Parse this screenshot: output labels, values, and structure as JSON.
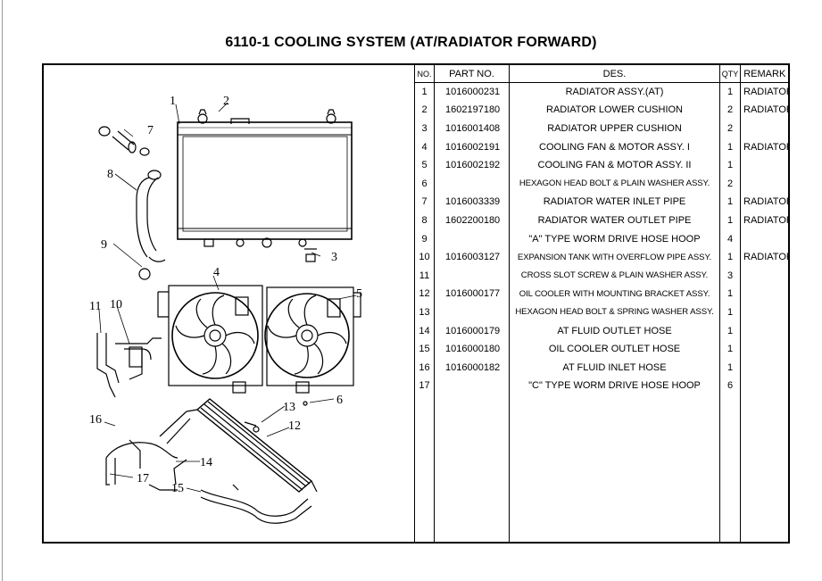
{
  "title": "6110-1 COOLING SYSTEM (AT/RADIATOR FORWARD)",
  "table": {
    "headers": {
      "no": "NO.",
      "part_no": "PART NO.",
      "des": "DES.",
      "qty": "QTY",
      "remark": "REMARK"
    },
    "rows": [
      {
        "no": "1",
        "part_no": "1016000231",
        "des": "RADIATOR ASSY.(AT)",
        "qty": "1",
        "remark": "RADIATOR FORWARD"
      },
      {
        "no": "2",
        "part_no": "1602197180",
        "des": "RADIATOR LOWER CUSHION",
        "qty": "2",
        "remark": "RADIATOR FORWARD"
      },
      {
        "no": "3",
        "part_no": "1016001408",
        "des": "RADIATOR UPPER CUSHION",
        "qty": "2",
        "remark": ""
      },
      {
        "no": "4",
        "part_no": "1016002191",
        "des": "COOLING FAN & MOTOR ASSY. I",
        "qty": "1",
        "remark": "RADIATOR FORWARD"
      },
      {
        "no": "5",
        "part_no": "1016002192",
        "des": "COOLING FAN & MOTOR ASSY. II",
        "qty": "1",
        "remark": ""
      },
      {
        "no": "6",
        "part_no": "",
        "des": "HEXAGON HEAD BOLT & PLAIN WASHER ASSY.",
        "qty": "2",
        "remark": ""
      },
      {
        "no": "7",
        "part_no": "1016003339",
        "des": "RADIATOR WATER INLET PIPE",
        "qty": "1",
        "remark": "RADIATOR FORWARD"
      },
      {
        "no": "8",
        "part_no": "1602200180",
        "des": "RADIATOR WATER OUTLET PIPE",
        "qty": "1",
        "remark": "RADIATOR FORWARD"
      },
      {
        "no": "9",
        "part_no": "",
        "des": "\"A\" TYPE WORM DRIVE HOSE HOOP",
        "qty": "4",
        "remark": ""
      },
      {
        "no": "10",
        "part_no": "1016003127",
        "des": "EXPANSION TANK WITH OVERFLOW PIPE ASSY.",
        "qty": "1",
        "remark": "RADIATOR FORWARD"
      },
      {
        "no": "11",
        "part_no": "",
        "des": "CROSS SLOT SCREW & PLAIN WASHER ASSY.",
        "qty": "3",
        "remark": ""
      },
      {
        "no": "12",
        "part_no": "1016000177",
        "des": "OIL COOLER WITH MOUNTING BRACKET ASSY.",
        "qty": "1",
        "remark": ""
      },
      {
        "no": "13",
        "part_no": "",
        "des": "HEXAGON HEAD BOLT & SPRING WASHER ASSY.",
        "qty": "1",
        "remark": ""
      },
      {
        "no": "14",
        "part_no": "1016000179",
        "des": "AT FLUID OUTLET HOSE",
        "qty": "1",
        "remark": ""
      },
      {
        "no": "15",
        "part_no": "1016000180",
        "des": "OIL COOLER OUTLET HOSE",
        "qty": "1",
        "remark": ""
      },
      {
        "no": "16",
        "part_no": "1016000182",
        "des": "AT FLUID INLET HOSE",
        "qty": "1",
        "remark": ""
      },
      {
        "no": "17",
        "part_no": "",
        "des": "\"C\" TYPE WORM DRIVE HOSE HOOP",
        "qty": "6",
        "remark": ""
      }
    ]
  },
  "diagram": {
    "callouts": [
      "1",
      "2",
      "3",
      "4",
      "5",
      "6",
      "7",
      "8",
      "9",
      "10",
      "11",
      "12",
      "13",
      "14",
      "15",
      "16",
      "17"
    ]
  }
}
